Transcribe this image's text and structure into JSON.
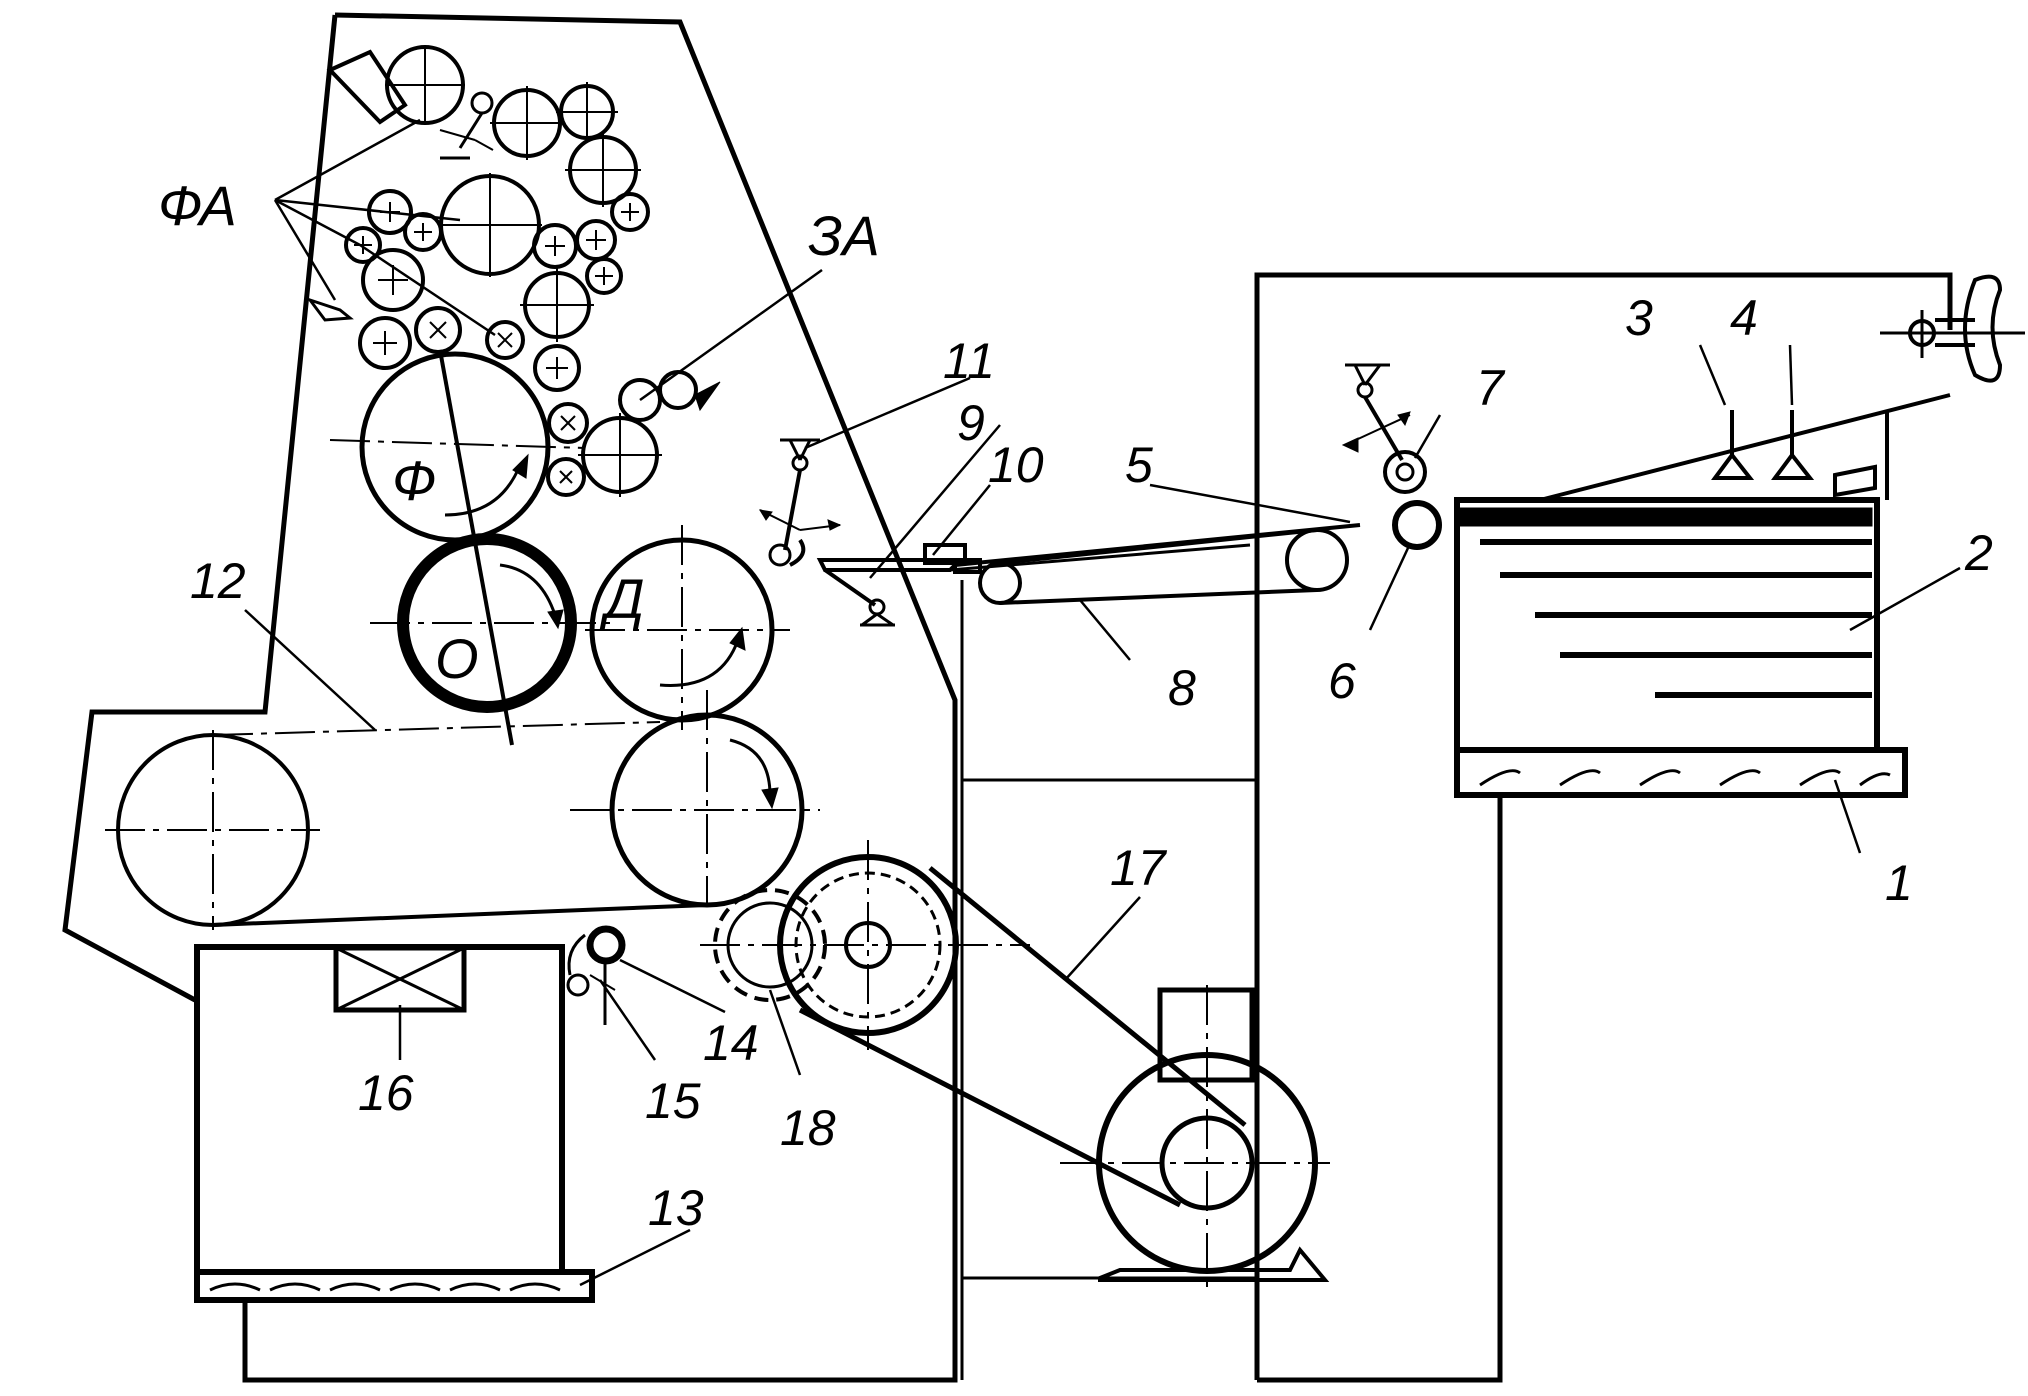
{
  "labels": {
    "inking_unit": "ФА",
    "dampening_unit": "ЗА",
    "cyl_plate": "Ф",
    "cyl_blanket": "О",
    "cyl_impression": "Д",
    "n1": "1",
    "n2": "2",
    "n3": "3",
    "n4": "4",
    "n5": "5",
    "n6": "6",
    "n7": "7",
    "n8": "8",
    "n9": "9",
    "n10": "10",
    "n11": "11",
    "n12": "12",
    "n13": "13",
    "n14": "14",
    "n15": "15",
    "n16": "16",
    "n17": "17",
    "n18": "18"
  },
  "colors": {
    "line": "#000000",
    "background": "#ffffff"
  }
}
